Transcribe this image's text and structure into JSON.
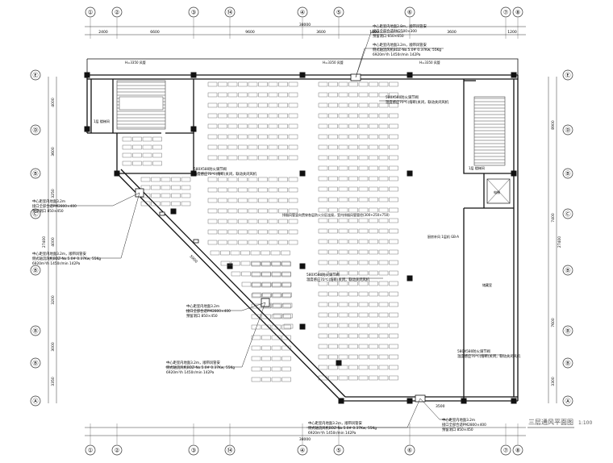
{
  "drawing": {
    "title": "三层通风平面图",
    "scale": "1:100",
    "grid_columns": [
      "①",
      "②",
      "③",
      "⑭",
      "④",
      "⑤",
      "⑥",
      "⑦",
      "⑧"
    ],
    "grid_rows": [
      "Ⓔ",
      "Ⓓ",
      "Ⓑ",
      "Ⓒ",
      "Ⓑ",
      "Ⓑ",
      "Ⓐ"
    ],
    "top_dims": [
      "2400",
      "6600",
      "9600",
      "3600",
      "1800",
      "3600",
      "1200"
    ],
    "top_total": "38000",
    "bottom_total": "38000",
    "left_dims": [
      "4000",
      "3600",
      "3250",
      "4000",
      "3200",
      "3000",
      "3350"
    ],
    "left_total_label": "27400",
    "right_dims": [
      "8900",
      "7400",
      "7600",
      "3300"
    ],
    "right_total_label": "27400",
    "room_labels": {
      "stair_left": "1层 楼梯间",
      "stair_right": "1层 楼梯间",
      "elevator": "电梯",
      "storage": "储藏室",
      "kitchen_note": "厨房补风 1层机 GB-A",
      "pipe_top": "H=3350 风管",
      "pipe_top2": "H=3350 风管",
      "pipe_right": "H=3350 风管"
    },
    "annotations": {
      "fan_top": [
        "中心距室内地面2.8m，顺带风管安",
        "接口全部合适PM2500×300",
        "预留洞口  650×650"
      ],
      "fan_top2": [
        "中心距室内地面3.2m，顺带风管安",
        "侧式轴流风机BDZ-No.5.0#  0.37Kw, 55Kg",
        "6920m³/h  1450r/min  142Pa"
      ],
      "grille_top": [
        "580X580防火调节阀",
        "温度感应70℃(熔断)关闭，联动关闭风机"
      ],
      "left_a": [
        "中心距室内地面3.2m",
        "接口全部合适PM2800×400",
        "预留洞口   850×450"
      ],
      "left_b": [
        "中心距室内地面3.2m，顺带风管安",
        "侧式轴流风机BDZ-No.5.0#  0.37Kw, 55Kg",
        "6920m³/h  1450r/min  142Pa"
      ],
      "mid_a": [
        "中心距室内地面3.2m",
        "接口全部合适PM2800×400",
        "预留洞口   850×450"
      ],
      "mid_b": [
        "中心距室内地面3.2m，顺带风管安",
        "侧式轴流风机BDZ-No.5.0#  0.37Kw, 55Kg",
        "6920m³/h  1450r/min  142Pa"
      ],
      "center_note": "排烟风管竖向贯穿各层防火分区连接，室内排烟风管管径(300+250×750)",
      "grille_mid": [
        "580X580防火调节阀",
        "温度感应70℃(熔断)关闭，联动关闭风机"
      ],
      "grille_left": [
        "580X580防火调节阀",
        "温度感应70℃(熔断)关闭，联动关闭风机"
      ],
      "grille_right": [
        "580X580防火调节阀",
        "温度感应70℃(熔断)关闭，联动关闭风机"
      ],
      "bottom_a": [
        "中心距室内地面3.2m，顺带风管安",
        "侧式轴流风机BDZ-No.5.0#  0.37Kw, 55Kg",
        "6920m³/h  1450r/min  142Pa"
      ],
      "bottom_b": [
        "中心距室内地面3.2m",
        "接口全部合适PM2800×400",
        "预留洞口   850×450"
      ],
      "bottom_dim": "3500",
      "diag_dim": "5900"
    }
  }
}
